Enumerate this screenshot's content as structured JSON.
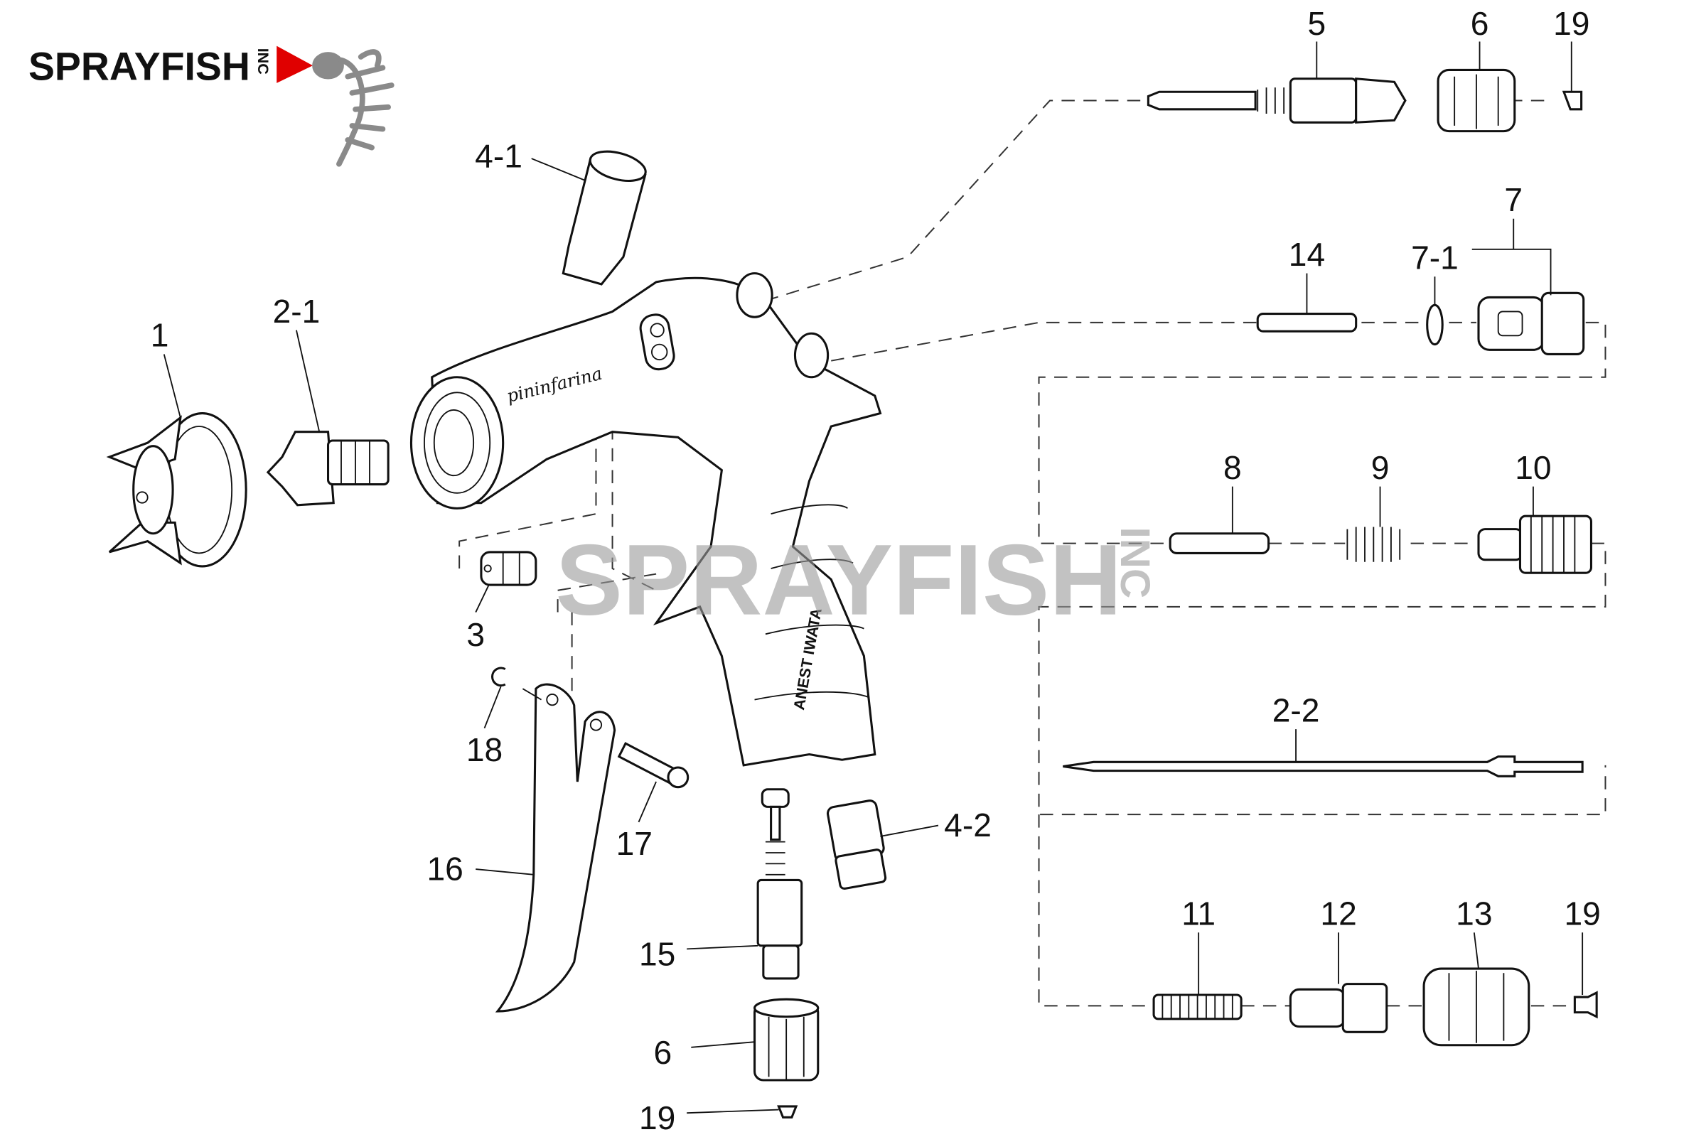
{
  "logo": {
    "name": "SPRAYFISH",
    "suffix": "INC",
    "accent": "#e00000",
    "fish_color": "#8a8a8a"
  },
  "watermark": {
    "name": "SPRAYFISH",
    "suffix": "INC"
  },
  "gun_marks": {
    "body_brand": "pininfarina",
    "handle_brand": "ANEST IWATA"
  },
  "labels": [
    "5",
    "6",
    "19",
    "4-1",
    "7",
    "14",
    "7-1",
    "2-1",
    "1",
    "8",
    "9",
    "10",
    "3",
    "2-2",
    "18",
    "4-2",
    "17",
    "16",
    "11",
    "12",
    "13",
    "19",
    "15",
    "6",
    "19"
  ]
}
